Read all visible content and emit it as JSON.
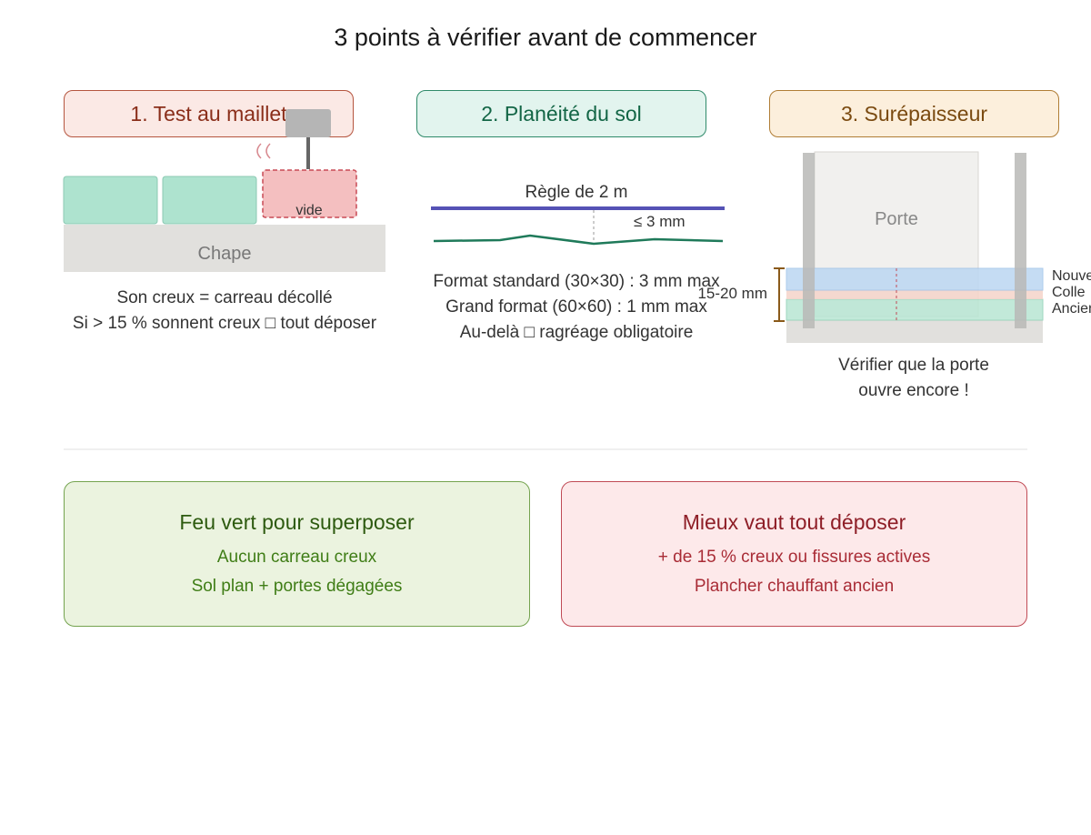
{
  "title": "3 points à vérifier avant de commencer",
  "cards": [
    {
      "heading": "1. Test au maillet",
      "diagram": {
        "slab_label": "Chape",
        "void_label": "vide"
      },
      "caption": [
        "Son creux = carreau décollé",
        "Si > 15 % sonnent creux □ tout déposer"
      ]
    },
    {
      "heading": "2. Planéité du sol",
      "diagram": {
        "rule_label": "Règle de 2 m",
        "gap_label": "≤ 3 mm"
      },
      "caption": [
        "Format standard (30×30) : 3 mm max",
        "Grand format (60×60) : 1 mm max",
        "Au-delà □ ragréage obligatoire"
      ]
    },
    {
      "heading": "3. Surépaisseur",
      "diagram": {
        "door_label": "Porte",
        "thickness_label": "15-20 mm",
        "layers": [
          "Nouveau",
          "Colle",
          "Ancien"
        ]
      },
      "caption": [
        "Vérifier que la porte",
        "ouvre encore !"
      ]
    }
  ],
  "verdicts": {
    "go": {
      "title": "Feu vert pour superposer",
      "lines": [
        "Aucun carreau creux",
        "Sol plan + portes dégagées"
      ]
    },
    "nogo": {
      "title": "Mieux vaut tout déposer",
      "lines": [
        "+ de 15 % creux ou fissures actives",
        "Plancher chauffant ancien"
      ]
    }
  },
  "colors": {
    "card1": {
      "bg": "#fbe9e5",
      "border": "#b5553f",
      "text": "#8a2e1a"
    },
    "card2": {
      "bg": "#e2f4ee",
      "border": "#2f8a6a",
      "text": "#136646"
    },
    "card3": {
      "bg": "#fcefdc",
      "border": "#b07d35",
      "text": "#7a4a10"
    },
    "go": {
      "bg": "#ebf3df",
      "border": "#74a34f",
      "title": "#2d5a0f",
      "text": "#3f7d16"
    },
    "nogo": {
      "bg": "#fde9ea",
      "border": "#c04a55",
      "title": "#8e1e27",
      "text": "#a92c36"
    },
    "tile": "#aee3cf",
    "void": "#f4bfc0",
    "slab": "#e1e0dd",
    "rule": "#5552b5",
    "floor_line": "#1f7a5a",
    "new_layer": "#bcd7f2",
    "glue_layer": "#f5d3c9",
    "old_layer": "#b8e6d3"
  }
}
